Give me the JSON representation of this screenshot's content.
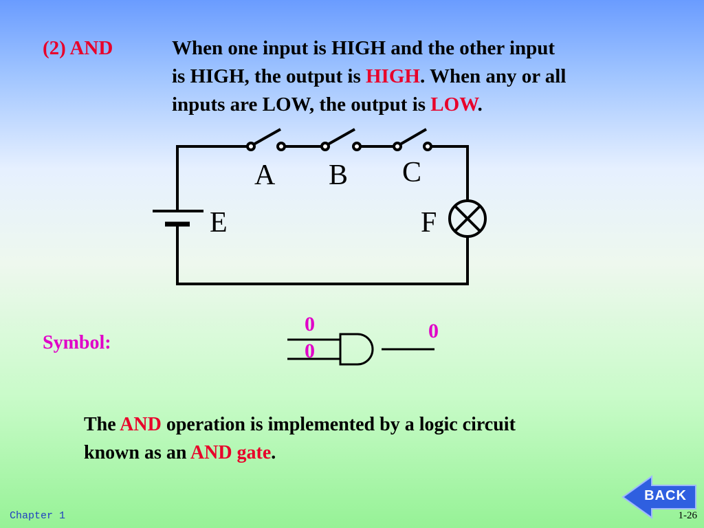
{
  "heading": "(2) AND",
  "description": {
    "line1": "When one input is HIGH and the other input",
    "line2_pre": "is HIGH, the output is ",
    "line2_high": "HIGH",
    "line2_post": ". When any or all",
    "line3_pre": "inputs are LOW, the output is ",
    "line3_low": "LOW",
    "line3_post": "."
  },
  "circuit": {
    "switch_labels": [
      "A",
      "B",
      "C"
    ],
    "source_label": "E",
    "lamp_label": "F"
  },
  "symbol": {
    "label": "Symbol:",
    "input_a_value": "0",
    "input_b_value": "0",
    "output_value": "0"
  },
  "bottom": {
    "pre": "The ",
    "and1": "AND",
    "mid": " operation is implemented by a logic circuit",
    "line2_pre": "known as an ",
    "and_gate": "AND gate",
    "line2_post": "."
  },
  "footer": {
    "chapter": "Chapter 1",
    "page": "1-26",
    "back_button": "BACK"
  },
  "colors": {
    "red_accent": "#e8002a",
    "magenta_accent": "#e000c8",
    "back_button_fill": "#2f5fe0"
  }
}
